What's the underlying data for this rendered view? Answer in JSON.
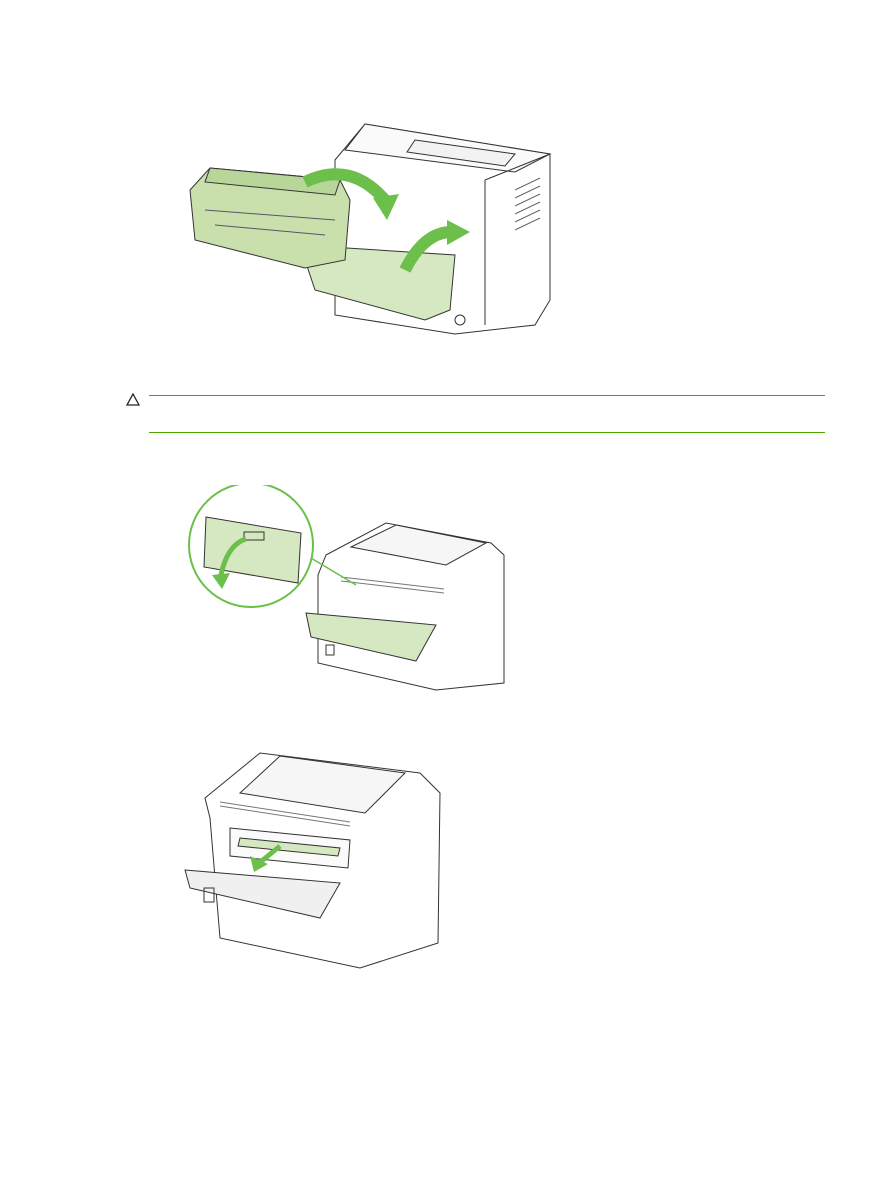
{
  "colors": {
    "accent_rule": "#4aa800",
    "illustration_green": "#d6e8c2",
    "arrow_green": "#6cbf4a"
  },
  "icons": {
    "caution": "caution-triangle-icon"
  },
  "figures": [
    {
      "name": "replace-print-cartridge-illustration"
    },
    {
      "name": "open-rear-output-door-illustration"
    },
    {
      "name": "remove-jammed-paper-rear-illustration"
    }
  ]
}
